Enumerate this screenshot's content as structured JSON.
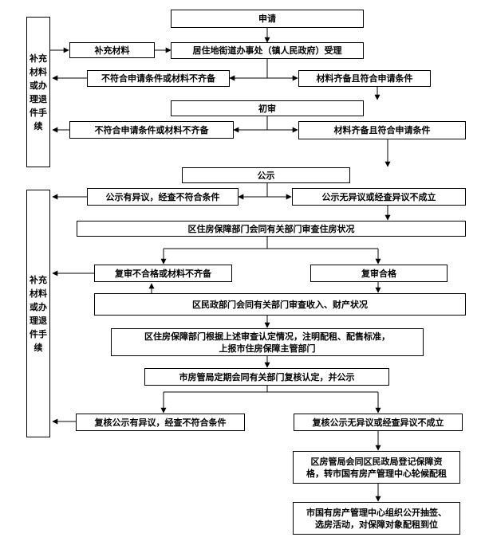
{
  "side_notes": [
    "补充材料或办理退件手续",
    "补充材料或办理退件手续"
  ],
  "steps": {
    "apply": "申请",
    "supplement": "补充材料",
    "accept": "居住地街道办事处（镇人民政府）受理",
    "reject1": "不符合申请条件或材料不齐备",
    "ok1": "材料齐备且符合申请条件",
    "initial_review": "初审",
    "reject2": "不符合申请条件或材料不齐备",
    "ok2": "材料齐备且符合申请条件",
    "publicity": "公示",
    "objection1": "公示有异议，经查不符合条件",
    "no_objection1": "公示无异议或经查异议不成立",
    "housing_check": "区住房保障部门会同有关部门审查住房状况",
    "recheck_fail": "复审不合格或材料不齐备",
    "recheck_pass": "复审合格",
    "income_check": "区民政部门会同有关部门审查收入、财产状况",
    "determine": "区住房保障部门根据上述审查认定情况，注明配租、配售标准，\n上报市住房保障主管部门",
    "city_review": "市房管局定期会同有关部门复核认定，并公示",
    "objection2": "复核公示有异议，经查不符合条件",
    "no_objection2": "复核公示无异议或经查异议不成立",
    "register": "区房管局会同区民政局登记保障资\n格，转市国有房产管理中心轮候配租",
    "lottery": "市国有房产管理中心组织公开抽签、\n选房活动，对保障对象配租到位"
  }
}
